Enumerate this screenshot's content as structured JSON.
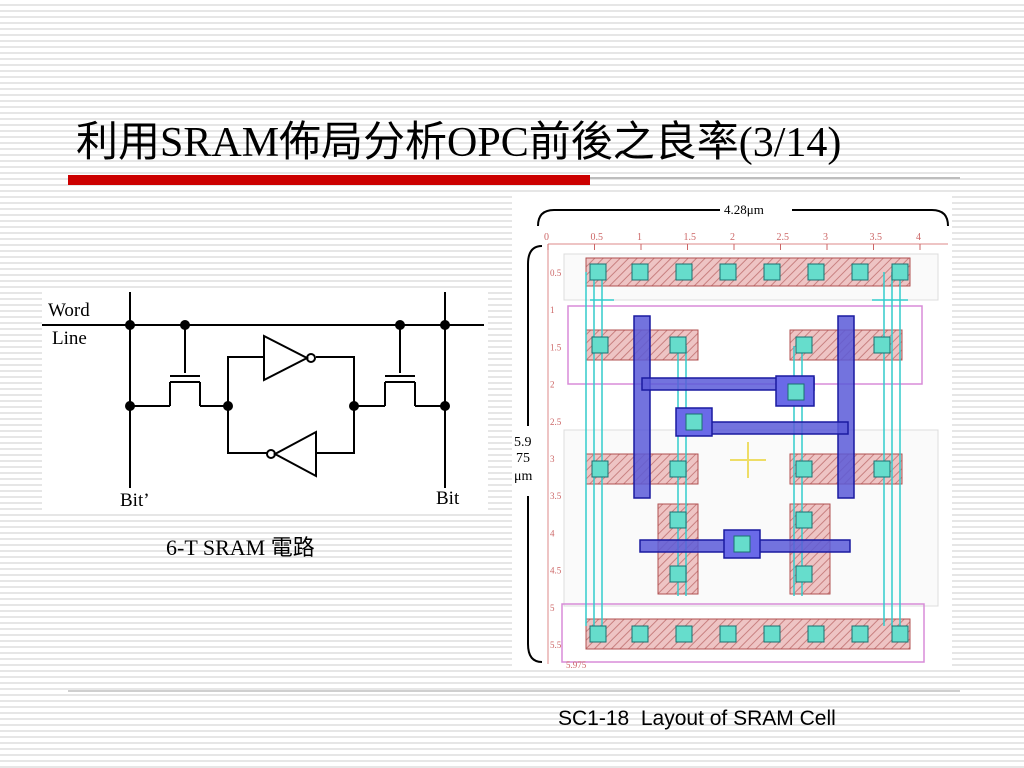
{
  "slide": {
    "title": "利用SRAM佈局分析OPC前後之良率(3/14)",
    "footer": "SC1-18  Layout of SRAM Cell"
  },
  "circuit": {
    "word_line_label_1": "Word",
    "word_line_label_2": "Line",
    "bit_bar_label": "Bit’",
    "bit_label": "Bit",
    "caption": "6-T SRAM 電路"
  },
  "layout": {
    "width_label": "4.28μm",
    "height_label_1": "5.9",
    "height_label_2": "75",
    "height_label_3": "μm",
    "x_ticks": [
      "0",
      "0.5",
      "1",
      "1.5",
      "2",
      "2.5",
      "3",
      "3.5",
      "4"
    ],
    "y_ticks": [
      "0.5",
      "1",
      "1.5",
      "2",
      "2.5",
      "3",
      "3.5",
      "4",
      "4.5",
      "5",
      "5.5"
    ],
    "y_end_label": "5.975"
  },
  "colors": {
    "title_rule": "#cc0000",
    "metal_fill": "#e8b8b8",
    "poly_fill": "#5a5ad8",
    "contact_fill": "#66ddcc",
    "ruler_text": "#cc6666"
  }
}
